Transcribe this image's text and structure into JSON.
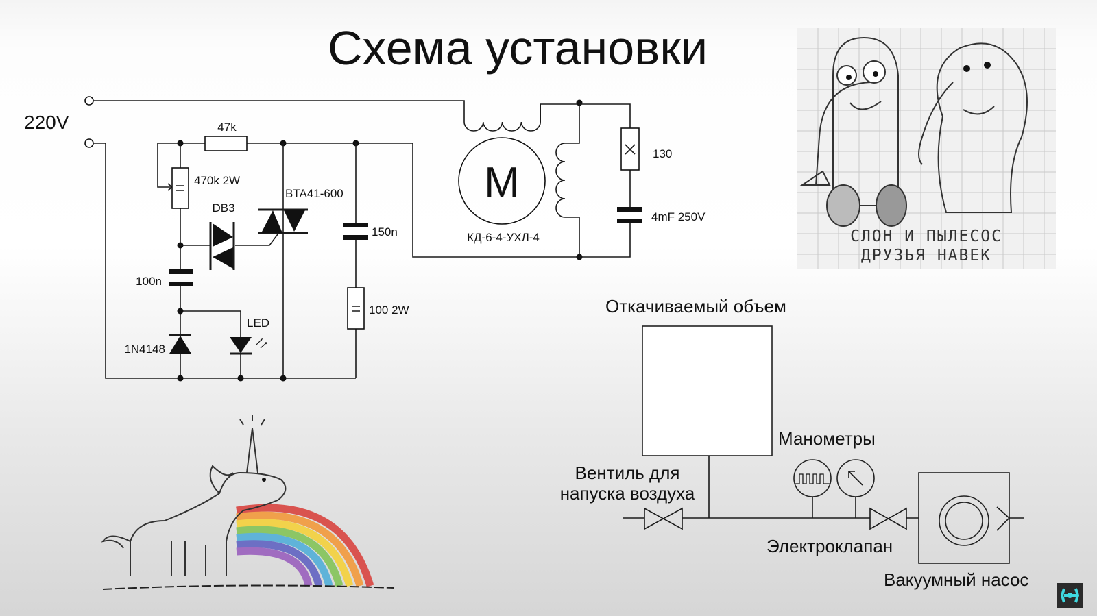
{
  "slide": {
    "title": "Схема установки"
  },
  "circuit": {
    "voltage_label": "220V",
    "r1": "47k",
    "pot": "470k 2W",
    "diac": "DB3",
    "triac": "BTA41-600",
    "c1": "100n",
    "diode": "1N4148",
    "led": "LED",
    "c2": "150n",
    "r2": "100 2W",
    "motor_symbol": "M",
    "motor": "КД-6-4-УХЛ-4",
    "r3": "130",
    "c3": "4mF 250V"
  },
  "vacuum": {
    "volume": "Откачиваемый объем",
    "valve_line1": "Вентиль для",
    "valve_line2": "напуска воздуха",
    "gauges": "Манометры",
    "solenoid": "Электроклапан",
    "pump": "Вакуумный насос"
  },
  "sketch": {
    "line1": "СЛОН И ПЫЛЕСОС",
    "line2": "ДРУЗЬЯ НАВЕК"
  },
  "colors": {
    "logo_bg": "#2b2b2b",
    "logo_fg": "#3fd9e0"
  }
}
